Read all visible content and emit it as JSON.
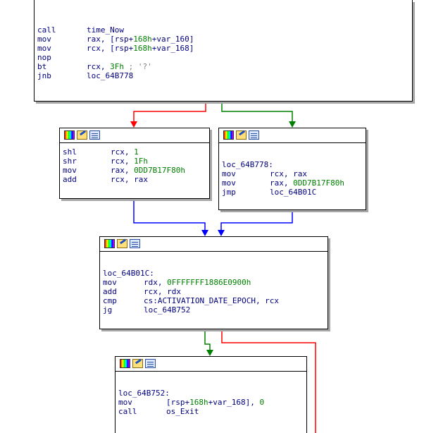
{
  "blocks": {
    "top": {
      "lines": [
        {
          "mn": "call",
          "ops": [
            {
              "t": "time_Now",
              "c": "op"
            }
          ]
        },
        {
          "mn": "mov",
          "ops": [
            {
              "t": "rax, [rsp+",
              "c": "op"
            },
            {
              "t": "168h",
              "c": "num"
            },
            {
              "t": "+var_160]",
              "c": "op"
            }
          ]
        },
        {
          "mn": "mov",
          "ops": [
            {
              "t": "rcx, [rsp+",
              "c": "op"
            },
            {
              "t": "168h",
              "c": "num"
            },
            {
              "t": "+var_168]",
              "c": "op"
            }
          ]
        },
        {
          "mn": "nop",
          "ops": []
        },
        {
          "mn": "bt",
          "ops": [
            {
              "t": "rcx, ",
              "c": "op"
            },
            {
              "t": "3Fh",
              "c": "num"
            },
            {
              "t": " ; '?'",
              "c": "cmt"
            }
          ]
        },
        {
          "mn": "jnb",
          "ops": [
            {
              "t": "loc_64B778",
              "c": "op"
            }
          ]
        }
      ]
    },
    "left": {
      "label": "",
      "lines": [
        {
          "mn": "shl",
          "ops": [
            {
              "t": "rcx, ",
              "c": "op"
            },
            {
              "t": "1",
              "c": "num"
            }
          ]
        },
        {
          "mn": "shr",
          "ops": [
            {
              "t": "rcx, ",
              "c": "op"
            },
            {
              "t": "1Fh",
              "c": "num"
            }
          ]
        },
        {
          "mn": "mov",
          "ops": [
            {
              "t": "rax, ",
              "c": "op"
            },
            {
              "t": "0DD7B17F80h",
              "c": "num"
            }
          ]
        },
        {
          "mn": "add",
          "ops": [
            {
              "t": "rcx, rax",
              "c": "op"
            }
          ]
        }
      ]
    },
    "right": {
      "label": "loc_64B778:",
      "lines": [
        {
          "mn": "mov",
          "ops": [
            {
              "t": "rcx, rax",
              "c": "op"
            }
          ]
        },
        {
          "mn": "mov",
          "ops": [
            {
              "t": "rax, ",
              "c": "op"
            },
            {
              "t": "0DD7B17F80h",
              "c": "num"
            }
          ]
        },
        {
          "mn": "jmp",
          "ops": [
            {
              "t": "loc_64B01C",
              "c": "op"
            }
          ]
        }
      ]
    },
    "middle": {
      "label": "loc_64B01C:",
      "lines": [
        {
          "mn": "mov",
          "ops": [
            {
              "t": "rdx, ",
              "c": "op"
            },
            {
              "t": "0FFFFFFF1886E0900h",
              "c": "num"
            }
          ]
        },
        {
          "mn": "add",
          "ops": [
            {
              "t": "rcx, rdx",
              "c": "op"
            }
          ]
        },
        {
          "mn": "cmp",
          "ops": [
            {
              "t": "cs:ACTIVATION_DATE_EPOCH, rcx",
              "c": "op"
            }
          ]
        },
        {
          "mn": "jg",
          "ops": [
            {
              "t": "loc_64B752",
              "c": "op"
            }
          ]
        }
      ]
    },
    "bottom": {
      "label": "loc_64B752:",
      "lines": [
        {
          "mn": "mov",
          "ops": [
            {
              "t": "[rsp+",
              "c": "op"
            },
            {
              "t": "168h",
              "c": "num"
            },
            {
              "t": "+var_168], ",
              "c": "op"
            },
            {
              "t": "0",
              "c": "num"
            }
          ]
        },
        {
          "mn": "call",
          "ops": [
            {
              "t": "os_Exit",
              "c": "op"
            }
          ]
        }
      ]
    }
  },
  "colors": {
    "edge_true": "#008000",
    "edge_false": "#ff0000",
    "edge_jump": "#0000ff"
  }
}
